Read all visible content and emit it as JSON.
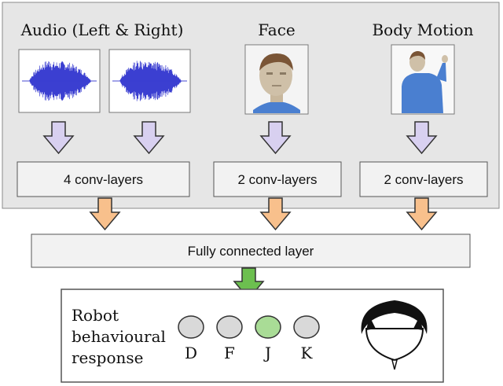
{
  "inputs": {
    "audio_title": "Audio (Left & Right)",
    "face_title": "Face",
    "body_title": "Body Motion"
  },
  "conv": {
    "audio_label": "4 conv-layers",
    "face_label": "2 conv-layers",
    "body_label": "2 conv-layers"
  },
  "fc_label": "Fully connected layer",
  "output": {
    "line1": "Robot",
    "line2": "behavioural",
    "line3": "response",
    "options": [
      {
        "label": "D",
        "selected": false
      },
      {
        "label": "F",
        "selected": false
      },
      {
        "label": "J",
        "selected": true
      },
      {
        "label": "K",
        "selected": false
      }
    ]
  },
  "colors": {
    "input_panel": "#e6e6e6",
    "box_fill": "#f2f2f2",
    "waveform": "#3b3fd1",
    "arrow_purple": "#d8d0f0",
    "arrow_orange": "#f8c08c",
    "arrow_green": "#6cbf4f",
    "option_default": "#d9d9d9",
    "option_selected": "#a9dc96",
    "skin": "#cfc0a8",
    "shirt": "#4a7fd0"
  }
}
